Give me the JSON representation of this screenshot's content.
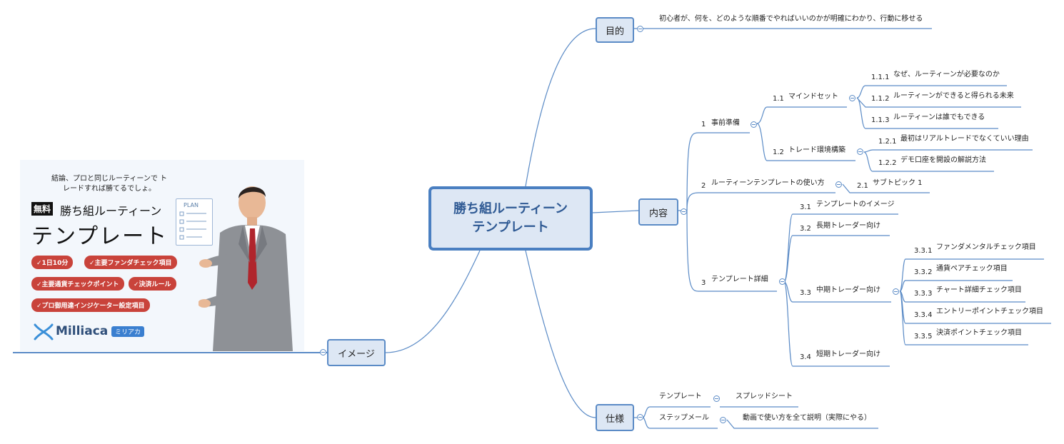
{
  "central": {
    "line1": "勝ち組ルーティーン",
    "line2": "テンプレート"
  },
  "topics": {
    "purpose": {
      "label": "目的",
      "note": "初心者が、何を、どのような順番でやればいいのかが明確にわかり、行動に移せる"
    },
    "content": {
      "label": "内容",
      "items": [
        {
          "num": "1",
          "label": "事前準備"
        },
        {
          "num": "1.1",
          "label": "マインドセット"
        },
        {
          "num": "1.1.1",
          "label": "なぜ、ルーティーンが必要なのか"
        },
        {
          "num": "1.1.2",
          "label": "ルーティーンができると得られる未来"
        },
        {
          "num": "1.1.3",
          "label": "ルーティーンは誰でもできる"
        },
        {
          "num": "1.2",
          "label": "トレード環境構築"
        },
        {
          "num": "1.2.1",
          "label": "最初はリアルトレードでなくていい理由"
        },
        {
          "num": "1.2.2",
          "label": "デモ口座を開設の解説方法"
        },
        {
          "num": "2",
          "label": "ルーティーンテンプレートの使い方"
        },
        {
          "num": "2.1",
          "label": "サブトピック 1"
        },
        {
          "num": "3",
          "label": "テンプレート詳細"
        },
        {
          "num": "3.1",
          "label": "テンプレートのイメージ"
        },
        {
          "num": "3.2",
          "label": "長期トレーダー向け"
        },
        {
          "num": "3.3",
          "label": "中期トレーダー向け"
        },
        {
          "num": "3.3.1",
          "label": "ファンダメンタルチェック項目"
        },
        {
          "num": "3.3.2",
          "label": "通貨ペアチェック項目"
        },
        {
          "num": "3.3.3",
          "label": "チャート詳細チェック項目"
        },
        {
          "num": "3.3.4",
          "label": "エントリーポイントチェック項目"
        },
        {
          "num": "3.3.5",
          "label": "決済ポイントチェック項目"
        },
        {
          "num": "3.4",
          "label": "短期トレーダー向け"
        }
      ]
    },
    "spec": {
      "label": "仕様",
      "items": [
        {
          "label": "テンプレート",
          "child": "スプレッドシート"
        },
        {
          "label": "ステップメール",
          "child": "動画で使い方を全て説明（実際にやる）"
        }
      ]
    },
    "image": {
      "label": "イメージ",
      "card": {
        "caption": "結論、プロと同じルーティーンで トレードすれば勝てるでしょ。",
        "free_badge": "無料",
        "subtitle": "勝ち組ルーティーン",
        "title": "テンプレート",
        "plan_label": "PLAN",
        "pills": [
          "✓1日10分",
          "✓主要ファンダチェック項目",
          "✓主要通貨チェックポイント",
          "✓決済ルール",
          "✓プロ御用達インジケーター設定項目"
        ],
        "logo": "Milliaca",
        "logo_badge": "ミリアカ"
      }
    }
  },
  "colors": {
    "branch": "#5b8bc6",
    "node_fill": "#dde7f4",
    "central_border": "#4a7fc1",
    "pill": "#c9433b"
  }
}
